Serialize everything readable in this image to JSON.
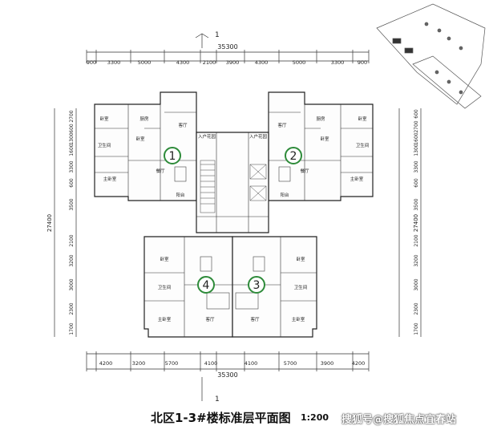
{
  "title": "北区1-3#楼标准层平面图",
  "scale": "1:200",
  "watermark": "搜狐号@搜狐焦点宜春站",
  "section_label": "1",
  "overall_width": "35300",
  "top_dims": [
    "900",
    "3300",
    "5000",
    "4300",
    "2100",
    "3900",
    "4300",
    "5000",
    "3300",
    "900"
  ],
  "bottom_dims": [
    "4200",
    "3200",
    "5700",
    "4100",
    "4100",
    "5700",
    "3900",
    "4200"
  ],
  "left_dims": [
    "2700",
    "600",
    "1300",
    "1600",
    "3300",
    "600",
    "3500",
    "2100",
    "3200",
    "3000",
    "2300",
    "1700"
  ],
  "right_dims": [
    "600",
    "2700",
    "1600",
    "1300",
    "3300",
    "600",
    "3500",
    "2100",
    "3200",
    "3000",
    "2300",
    "1700"
  ],
  "overall_height": "27400",
  "units": [
    {
      "number": "1",
      "color": "#2e8b3a"
    },
    {
      "number": "2",
      "color": "#2e8b3a"
    },
    {
      "number": "3",
      "color": "#2e8b3a"
    },
    {
      "number": "4",
      "color": "#2e8b3a"
    }
  ],
  "room_labels": {
    "bedroom": "卧室",
    "master_bedroom": "主卧室",
    "living": "客厅",
    "dining": "餐厅",
    "kitchen": "厨房",
    "bathroom": "卫生间",
    "balcony": "阳台",
    "entry_hall": "入户花园"
  },
  "colors": {
    "badge": "#2e8b3a",
    "lines": "#222222"
  }
}
